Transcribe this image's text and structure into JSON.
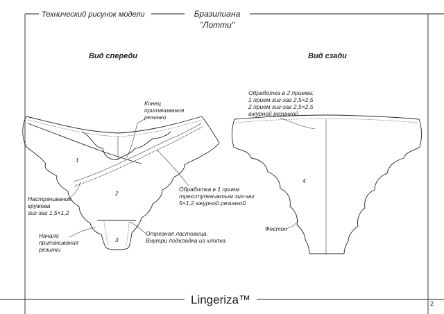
{
  "header": {
    "left_title": "Технический рисунок модели",
    "brand_line1": "Бразилиана",
    "brand_line2": "\"Лотти\""
  },
  "views": {
    "front": "Вид спереди",
    "back": "Вид сзади"
  },
  "annotations": {
    "konets": [
      "Конец",
      "притачивания",
      "резинки"
    ],
    "nastrach": [
      "Настрачивание",
      "кружева",
      "зиг-заг 1,5×1,2"
    ],
    "nachalo": [
      "Начало",
      "притачивания",
      "резинки"
    ],
    "obrabotka1": [
      "Обработка в 1 прием",
      "трехступенчатым зиг-заг",
      "5×1,2 ажурной резинкой"
    ],
    "lastovica": [
      "Отрезная ластовица.",
      "Внутри подкладка из хлопка"
    ],
    "obrabotka2": [
      "Обработка в 2 приема:",
      "1 прием зиг-заг 2,5×2,5",
      "2 прием зиг-заг 2,5×2,5",
      "ажурной резинкой"
    ],
    "feston": "Фестон"
  },
  "part_numbers": {
    "p1": "1",
    "p2": "2",
    "p3": "3",
    "p4": "4"
  },
  "footer": {
    "logo": "Lingeriza™",
    "page_number": "2"
  }
}
